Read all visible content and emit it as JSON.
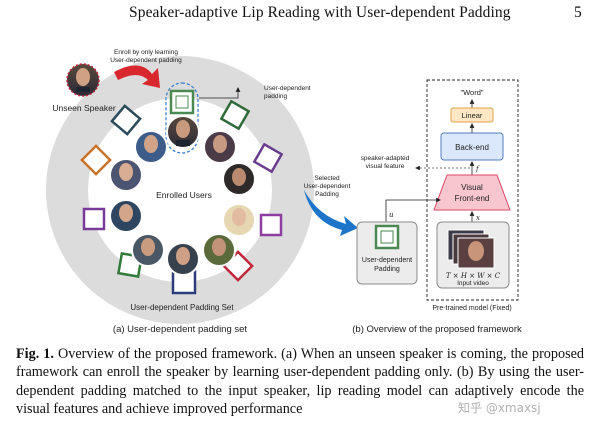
{
  "header": {
    "running_title": "Speaker-adaptive Lip Reading with User-dependent Padding",
    "page_number": "5"
  },
  "figure": {
    "panel_a": {
      "enroll_label_line1": "Enroll by only learning",
      "enroll_label_line2": "User-dependent padding",
      "unseen_speaker_label": "Unseen Speaker",
      "user_dependent_padding_line1": "User-dependent",
      "user_dependent_padding_line2": "padding",
      "enrolled_users_label": "Enrolled Users",
      "padding_set_label": "User-dependent Padding Set",
      "caption": "(a) User-dependent padding set"
    },
    "arrow": {
      "line1": "Selected",
      "line2": "User-dependent",
      "line3": "Padding"
    },
    "panel_b": {
      "word_label": "\"Word\"",
      "linear_label": "Linear",
      "backend_label": "Back-end",
      "frontend_line1": "Visual",
      "frontend_line2": "Front-end",
      "speaker_adapted_line1": "speaker-adapted",
      "speaker_adapted_line2": "visual feature",
      "f_symbol": "f",
      "u_symbol": "u",
      "x_symbol": "x",
      "padding_box_line1": "User-dependent",
      "padding_box_line2": "Padding",
      "dims_label": "T × H × W × C",
      "input_video_label": "Input video",
      "pretrained_label": "Pre-trained model (Fixed)",
      "caption": "(b) Overview of the proposed framework"
    },
    "colors": {
      "ring_gray": "#dcdcdc",
      "arrow_red": "#d9282d",
      "arrow_blue": "#1d75c9",
      "linear_fill": "#fde7c4",
      "linear_stroke": "#e3a44a",
      "backend_fill": "#dbe8fb",
      "backend_stroke": "#4f7dc3",
      "frontend_fill": "#f7c6cf",
      "frontend_stroke": "#d94a66"
    }
  },
  "caption": {
    "label": "Fig. 1.",
    "text": " Overview of the proposed framework. (a) When an unseen speaker is coming, the proposed framework can enroll the speaker by learning user-dependent padding only. (b) By using the user-dependent padding matched to the input speaker, lip reading model can adaptively encode the visual features and achieve improved performance"
  },
  "watermark": "知乎 @xmaxsj"
}
